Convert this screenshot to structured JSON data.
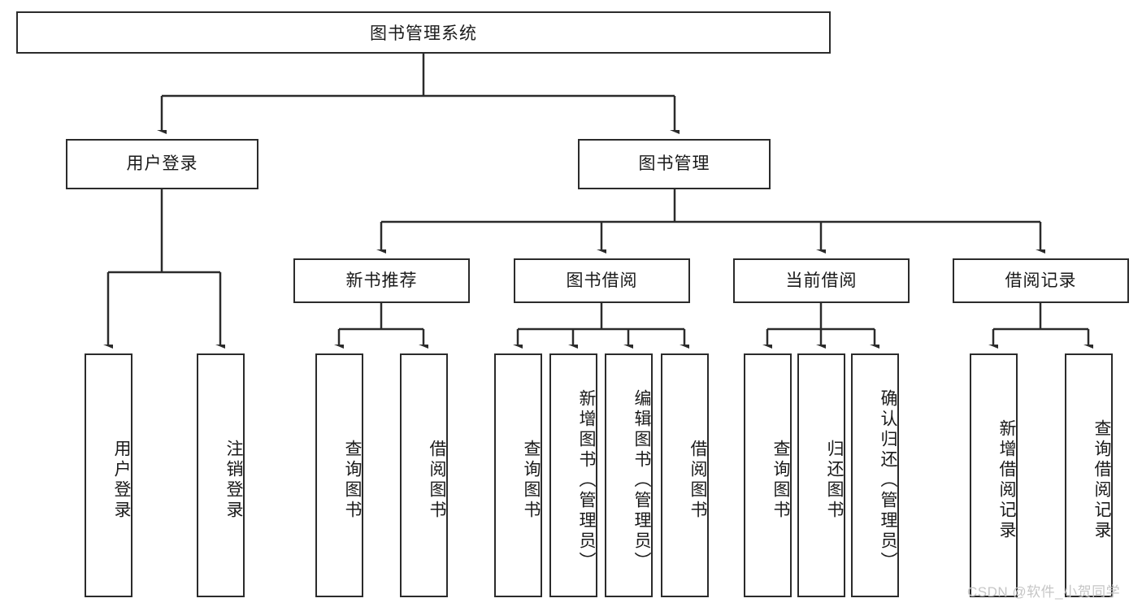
{
  "diagram": {
    "title": "图书管理系统",
    "watermark": "CSDN @软件_小贺同学",
    "style": {
      "stroke": "#2b2b2b",
      "fill": "#ffffff",
      "text": "#1a1a1a",
      "watermark_color": "#c6c6c6"
    },
    "levels": {
      "root": {
        "label": "图书管理系统"
      },
      "level2": [
        {
          "label": "用户登录"
        },
        {
          "label": "图书管理"
        }
      ],
      "level3": [
        {
          "label": "新书推荐"
        },
        {
          "label": "图书借阅"
        },
        {
          "label": "当前借阅"
        },
        {
          "label": "借阅记录"
        }
      ],
      "level4": [
        {
          "label": "用户登录",
          "parent": "用户登录"
        },
        {
          "label": "注销登录",
          "parent": "用户登录"
        },
        {
          "label": "查询图书",
          "parent": "新书推荐"
        },
        {
          "label": "借阅图书",
          "parent": "新书推荐"
        },
        {
          "label": "查询图书",
          "parent": "图书借阅"
        },
        {
          "label": "新增图书（管理员）",
          "parent": "图书借阅"
        },
        {
          "label": "编辑图书（管理员）",
          "parent": "图书借阅"
        },
        {
          "label": "借阅图书",
          "parent": "图书借阅"
        },
        {
          "label": "查询图书",
          "parent": "当前借阅"
        },
        {
          "label": "归还图书",
          "parent": "当前借阅"
        },
        {
          "label": "确认归还（管理员）",
          "parent": "当前借阅"
        },
        {
          "label": "新增借阅记录",
          "parent": "借阅记录"
        },
        {
          "label": "查询借阅记录",
          "parent": "借阅记录"
        }
      ]
    }
  }
}
